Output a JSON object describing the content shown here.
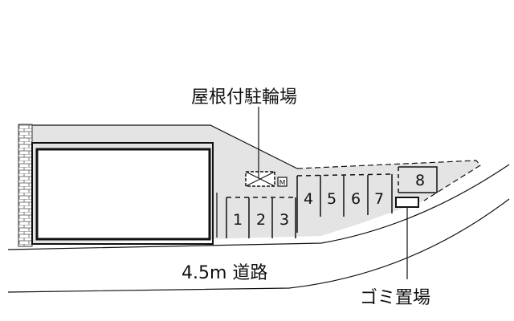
{
  "labels": {
    "roofed_bicycle_parking": "屋根付駐輪場",
    "road": "4.5m 道路",
    "garbage_area": "ゴミ置場"
  },
  "parking_spaces": [
    "1",
    "2",
    "3",
    "4",
    "5",
    "6",
    "7",
    "8"
  ],
  "mailbox_symbol": "M",
  "colors": {
    "site_fill": "#e4e4e4",
    "line": "#111111",
    "brick": "#8a8a8a"
  }
}
